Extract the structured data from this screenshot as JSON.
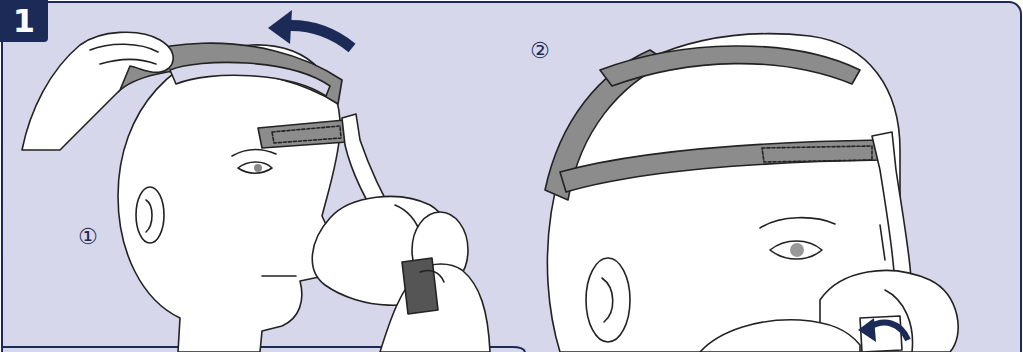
{
  "diagram": {
    "nodes": [
      {
        "text": [
          "1"
        ]
      }
    ],
    "edges": [],
    "labels": [
      "①",
      "②"
    ]
  }
}
